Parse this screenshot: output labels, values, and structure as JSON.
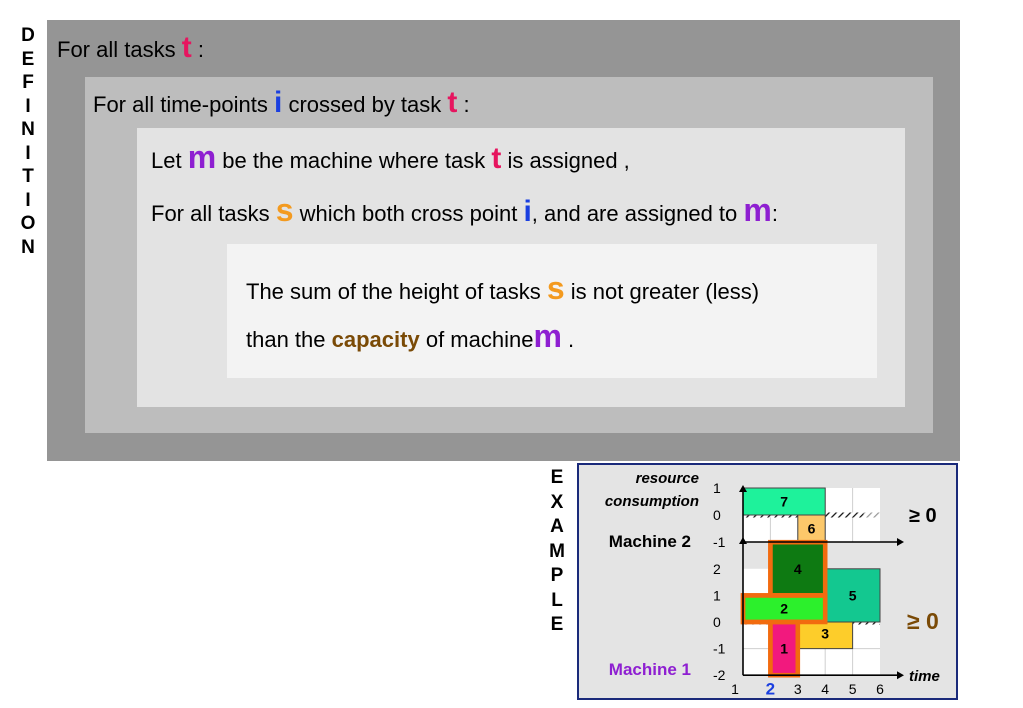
{
  "vertical_label_definition": [
    "D",
    "E",
    "F",
    "I",
    "N",
    "I",
    "T",
    "I",
    "O",
    "N"
  ],
  "vertical_label_example": [
    "E",
    "X",
    "A",
    "M",
    "P",
    "L",
    "E"
  ],
  "definition": {
    "line1": {
      "text": "For all tasks",
      "var_t": "t",
      "colon": ":"
    },
    "line2": {
      "text_a": "For all time-points",
      "var_i": "i",
      "text_b": "crossed by task",
      "var_t": "t",
      "colon": ":"
    },
    "line3": {
      "text_a": "Let",
      "var_m": "m",
      "text_b": "be the machine where task",
      "var_t": "t",
      "text_c": "is assigned ,"
    },
    "line4": {
      "text_a": "For all tasks",
      "var_s": "s",
      "text_b": "which both cross point",
      "var_i": "i",
      "text_c": ", and are assigned to",
      "var_m": "m",
      "colon": ":"
    },
    "line5": {
      "text_a": "The sum of the height of tasks",
      "var_s": "s",
      "text_b": "is not greater (less)"
    },
    "line6": {
      "text_a": "than the",
      "highlight": "capacity",
      "text_b": "of machine",
      "var_m": "m",
      "period": "."
    }
  },
  "example": {
    "header": [
      "resource",
      "consumption"
    ],
    "machine2_label": "Machine 2",
    "machine1_label": "Machine 1",
    "y_ticks_m2": [
      "1",
      "0",
      "-1"
    ],
    "y_ticks_m1": [
      "2",
      "1",
      "0",
      "-1",
      "-2"
    ],
    "x_ticks": [
      "1",
      "2",
      "3",
      "4",
      "5",
      "6"
    ],
    "highlighted_x_tick": "2",
    "x_axis_label": "time",
    "constraint_m2": "≥ 0",
    "constraint_m1": "≥ 0",
    "tasks": [
      {
        "id": "7",
        "machine": 2,
        "start": 1,
        "end": 4,
        "low": 0,
        "high": 1,
        "color": "#1ef29b",
        "highlight": false
      },
      {
        "id": "6",
        "machine": 2,
        "start": 3,
        "end": 4,
        "low": -1,
        "high": 0,
        "color": "#fcc86a",
        "highlight": false
      },
      {
        "id": "4",
        "machine": 1,
        "start": 2,
        "end": 4,
        "low": 1,
        "high": 3,
        "color": "#0e7a12",
        "highlight": true
      },
      {
        "id": "5",
        "machine": 1,
        "start": 4,
        "end": 6,
        "low": 0,
        "high": 2,
        "color": "#13c890",
        "highlight": false
      },
      {
        "id": "2",
        "machine": 1,
        "start": 1,
        "end": 4,
        "low": 0,
        "high": 1,
        "color": "#2cf02c",
        "highlight": true
      },
      {
        "id": "3",
        "machine": 1,
        "start": 3,
        "end": 5,
        "low": -1,
        "high": 0,
        "color": "#fdcd2a",
        "highlight": false
      },
      {
        "id": "1",
        "machine": 1,
        "start": 2,
        "end": 3,
        "low": -2,
        "high": 0,
        "color": "#f2197e",
        "highlight": true
      }
    ],
    "colors": {
      "highlight_border": "#f26b0f",
      "machine1_label": "#8e1fd1",
      "constraint_m1": "#7a4a06",
      "highlight_tick": "#1a3fe0",
      "panel_border": "#1a2a7a"
    }
  }
}
